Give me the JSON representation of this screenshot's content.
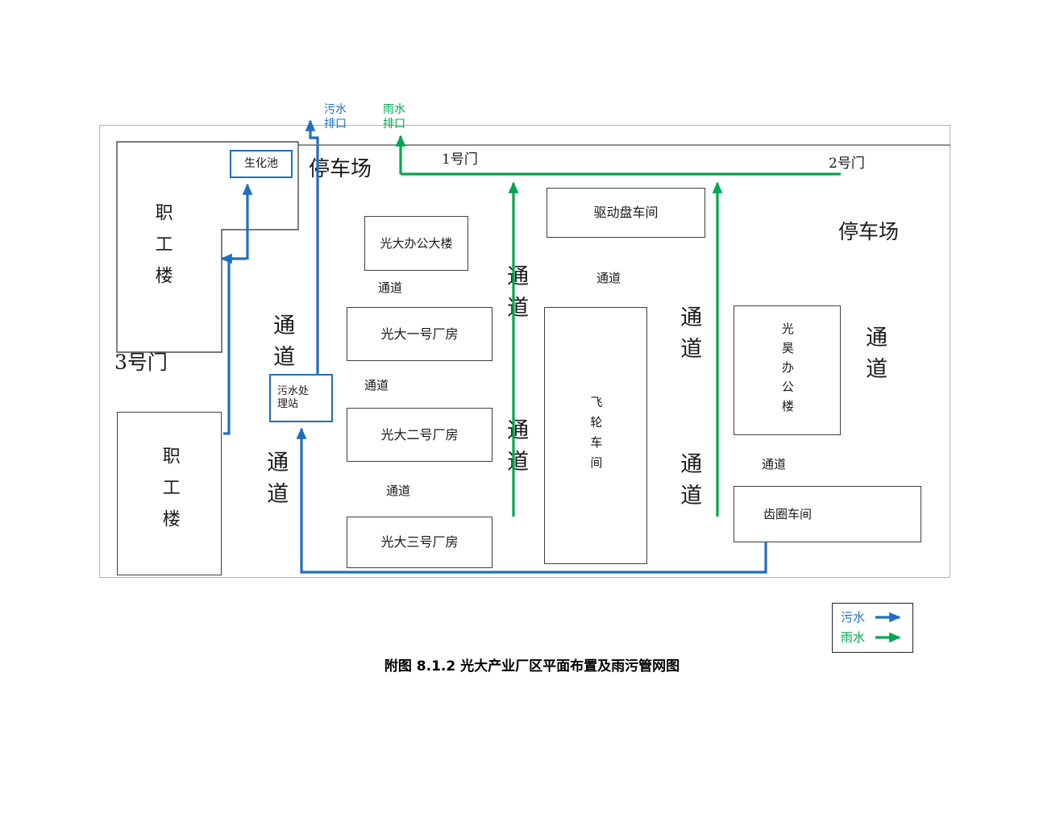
{
  "colors": {
    "sewage": "#1f6fc0",
    "rain": "#00a650"
  },
  "outlets": {
    "sewage_label": "污水\n排口",
    "rain_label": "雨水\n排口"
  },
  "gates": {
    "gate1": "1号门",
    "gate2": "2号门",
    "gate3": "3号门"
  },
  "areas": {
    "parking_top": "停车场",
    "parking_right": "停车场"
  },
  "buildings": {
    "staff_upper": "职工楼",
    "staff_lower": "职工楼",
    "biochem_pool": "生化池",
    "sewage_station": "污水处\n理站",
    "office_tower": "光大办公大楼",
    "factory1": "光大一号厂房",
    "factory2": "光大二号厂房",
    "factory3": "光大三号厂房",
    "drive_plate_workshop": "驱动盘车间",
    "flywheel_workshop": "飞轮车间",
    "guanghao_office": "光昊办公楼",
    "gear_ring_workshop": "齿圈车间"
  },
  "passages": {
    "label": "通道"
  },
  "legend": {
    "sewage": "污水",
    "rain": "雨水"
  },
  "caption": {
    "text": "附图 8.1.2 光大产业厂区平面布置及雨污管网图"
  }
}
